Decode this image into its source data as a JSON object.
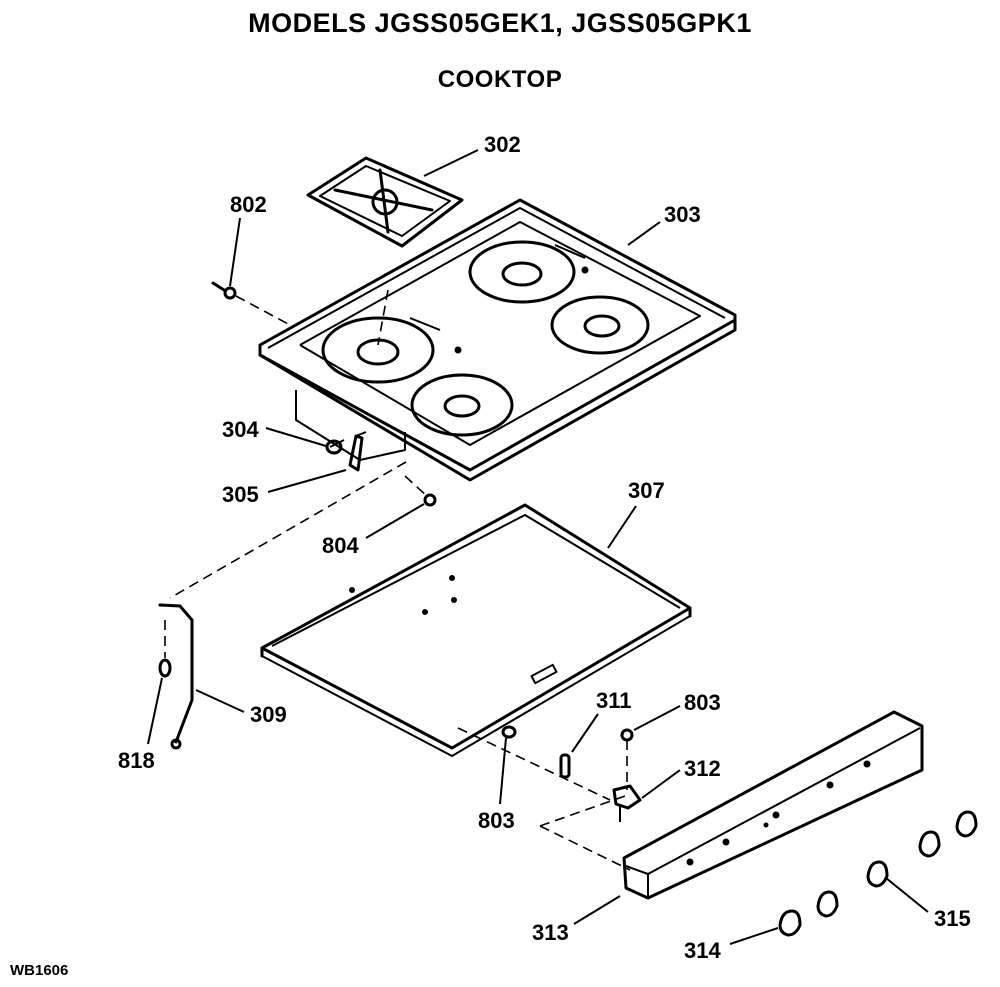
{
  "header": {
    "title": "MODELS JGSS05GEK1, JGSS05GPK1",
    "subtitle": "COOKTOP"
  },
  "callouts": {
    "c302": "302",
    "c303": "303",
    "c802": "802",
    "c304": "304",
    "c305": "305",
    "c804": "804",
    "c307": "307",
    "c309": "309",
    "c818": "818",
    "c311": "311",
    "c803a": "803",
    "c803b": "803",
    "c312": "312",
    "c313": "313",
    "c314": "314",
    "c315": "315"
  },
  "footer": {
    "ref_code": "WB1606"
  }
}
